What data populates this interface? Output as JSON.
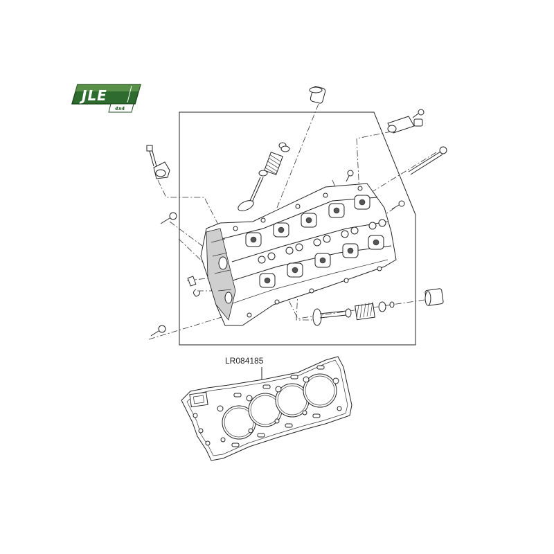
{
  "logo": {
    "main_text": "JLE",
    "sub_text": "4x4",
    "colors": {
      "primary": "#2e6b2e",
      "dark": "#1e4a1e",
      "light": "#8fbf6a"
    }
  },
  "part_label": "LR084185"
}
